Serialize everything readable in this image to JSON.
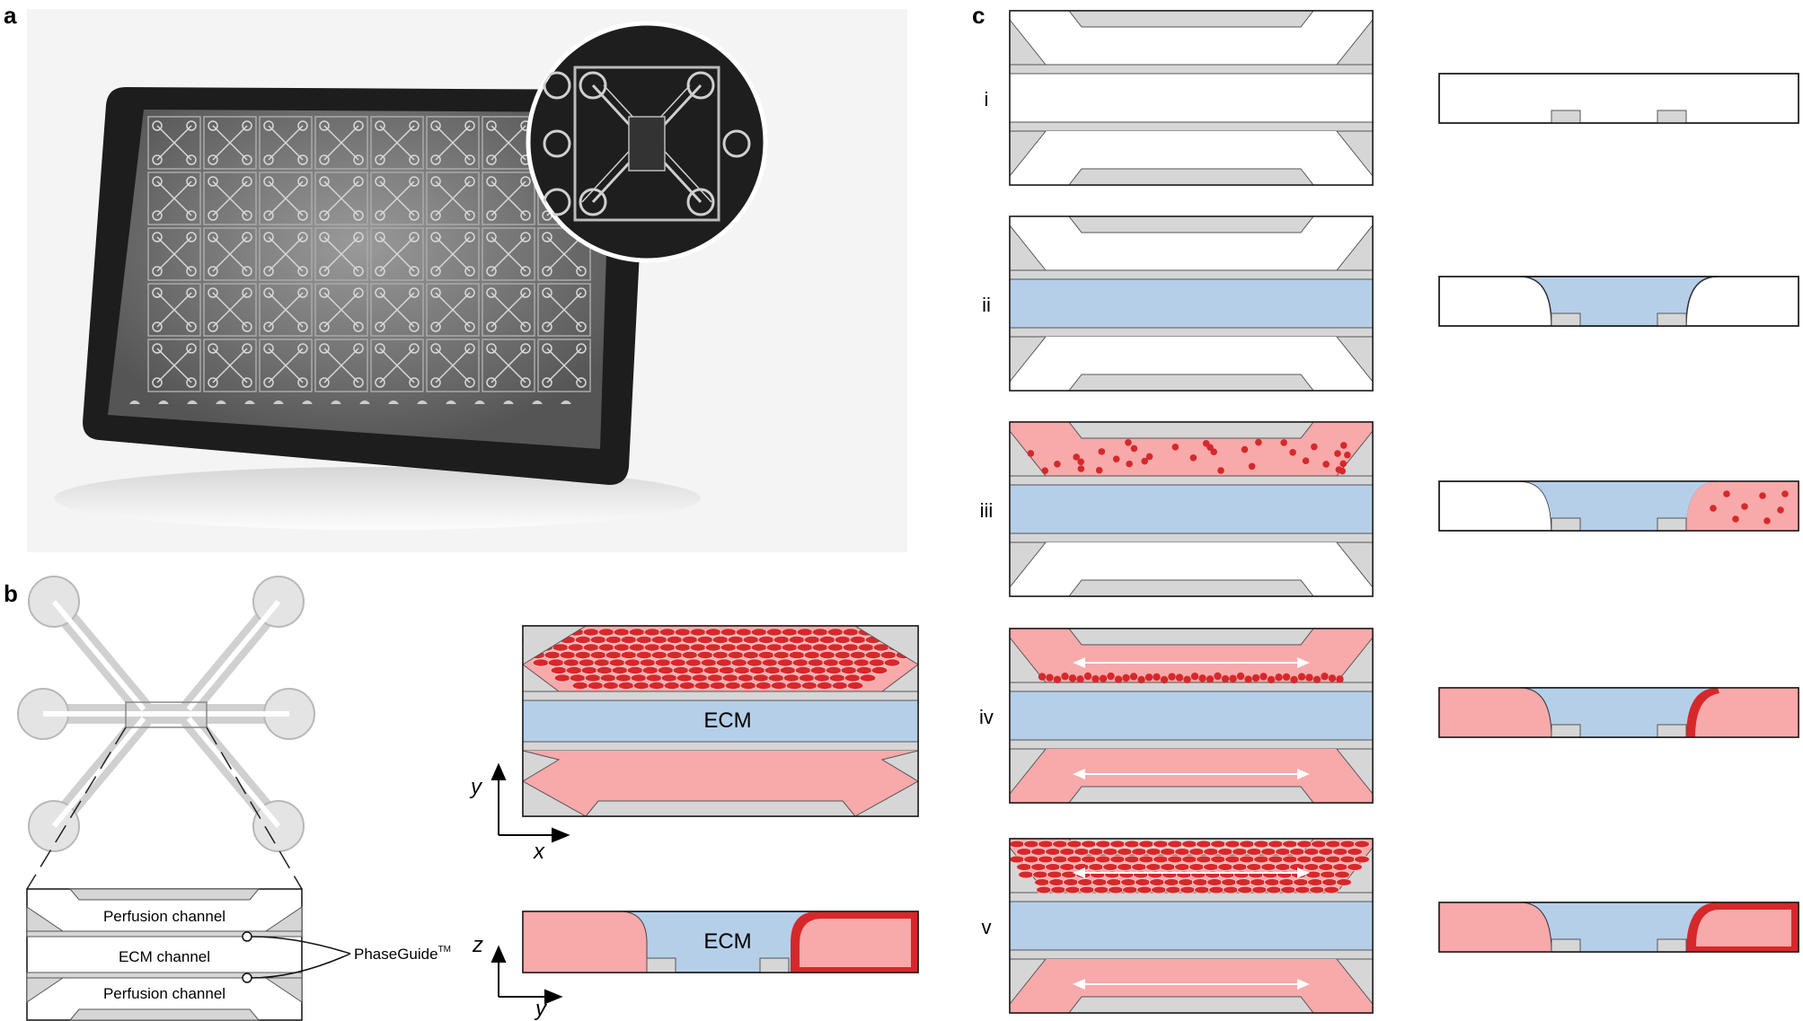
{
  "panels": {
    "a": "a",
    "b": "b",
    "c": "c"
  },
  "panel_b": {
    "overview_labels": {
      "top_channel": "Perfusion channel",
      "middle_channel": "ECM channel",
      "bottom_channel": "Perfusion channel",
      "phaseguide": "PhaseGuide",
      "phaseguide_tm": "TM"
    },
    "ecm_top": "ECM",
    "ecm_side": "ECM",
    "axes_top": {
      "vertical": "y",
      "horizontal": "x"
    },
    "axes_side": {
      "vertical": "z",
      "horizontal": "y"
    }
  },
  "panel_c": {
    "steps": [
      "i",
      "ii",
      "iii",
      "iv",
      "v"
    ]
  },
  "colors": {
    "gray": "#d6d6d6",
    "ecm_blue": "#b5cfe9",
    "media_pink": "#f8a9aa",
    "cell_red": "#d6282b",
    "outline": "#1a1a1a"
  }
}
